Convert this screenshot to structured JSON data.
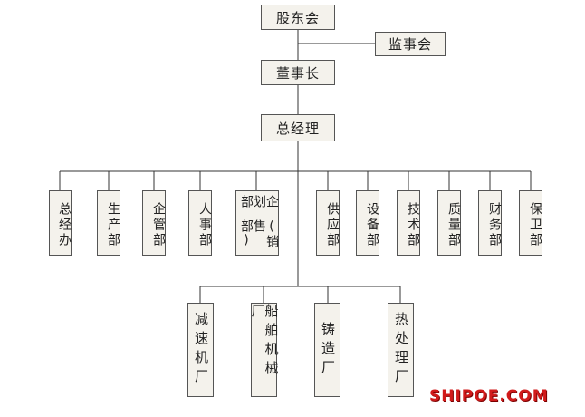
{
  "chart": {
    "shareholders": "股东会",
    "supervisors": "监事会",
    "chairman": "董事长",
    "general_manager": "总经理",
    "departments": [
      "总经办",
      "生产部",
      "企管部",
      "人事部",
      "企划部",
      "供应部",
      "设备部",
      "技术部",
      "质量部",
      "财务部",
      "保卫部"
    ],
    "sales_note": "(销售部)",
    "factories": [
      "减速机厂",
      "船舶机械厂",
      "铸造厂",
      "热处理厂"
    ]
  },
  "watermark": "SHIPOE.COM",
  "colors": {
    "box_fill": "#f4f2ec",
    "border": "#555555",
    "line": "#333333",
    "watermark": "#d11a1a"
  }
}
